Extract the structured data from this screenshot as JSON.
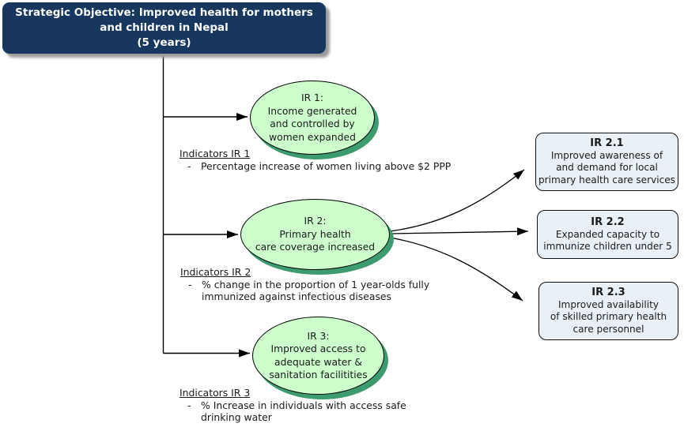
{
  "so_box": {
    "text": "Strategic Objective: Improved health for mothers\nand children in Nepal\n(5 years)"
  },
  "nodes": [
    {
      "label": "IR 1:\nIncome generated\nand controlled by\nwomen expanded"
    },
    {
      "label": "IR 2:\nPrimary health\ncare coverage increased"
    },
    {
      "label": "IR 3:\nImproved access to\nadequate water &\nsanitation facilitities"
    }
  ],
  "indicator_sections": [
    {
      "heading": "Indicators IR 1",
      "text": "Percentage increase of women living above $2 PPP"
    },
    {
      "heading": "Indicators IR 2",
      "text": "% change in the proportion of 1 year-olds fully\nimmunized against infectious diseases"
    },
    {
      "heading": "Indicators IR 3",
      "text": "% Increase in individuals with access safe\ndrinking water"
    }
  ],
  "sub_results": [
    {
      "title": "IR 2.1",
      "text": "Improved awareness of\nand demand for local\nprimary health care services"
    },
    {
      "title": "IR 2.2",
      "text": "Expanded capacity to\nimmunize children under 5"
    },
    {
      "title": "IR 2.3",
      "text": "Improved availability\nof skilled primary health\ncare personnel"
    }
  ],
  "markers": {
    "bullet": "-"
  },
  "colors": {
    "so_box_bg": "#17375E",
    "so_box_text": "#FFFFFF",
    "ellipse_fill": "#CCFFCC",
    "ellipse_shadow": "#3D9B70",
    "subbox_fill": "#E9F0F6",
    "line": "#000000"
  }
}
